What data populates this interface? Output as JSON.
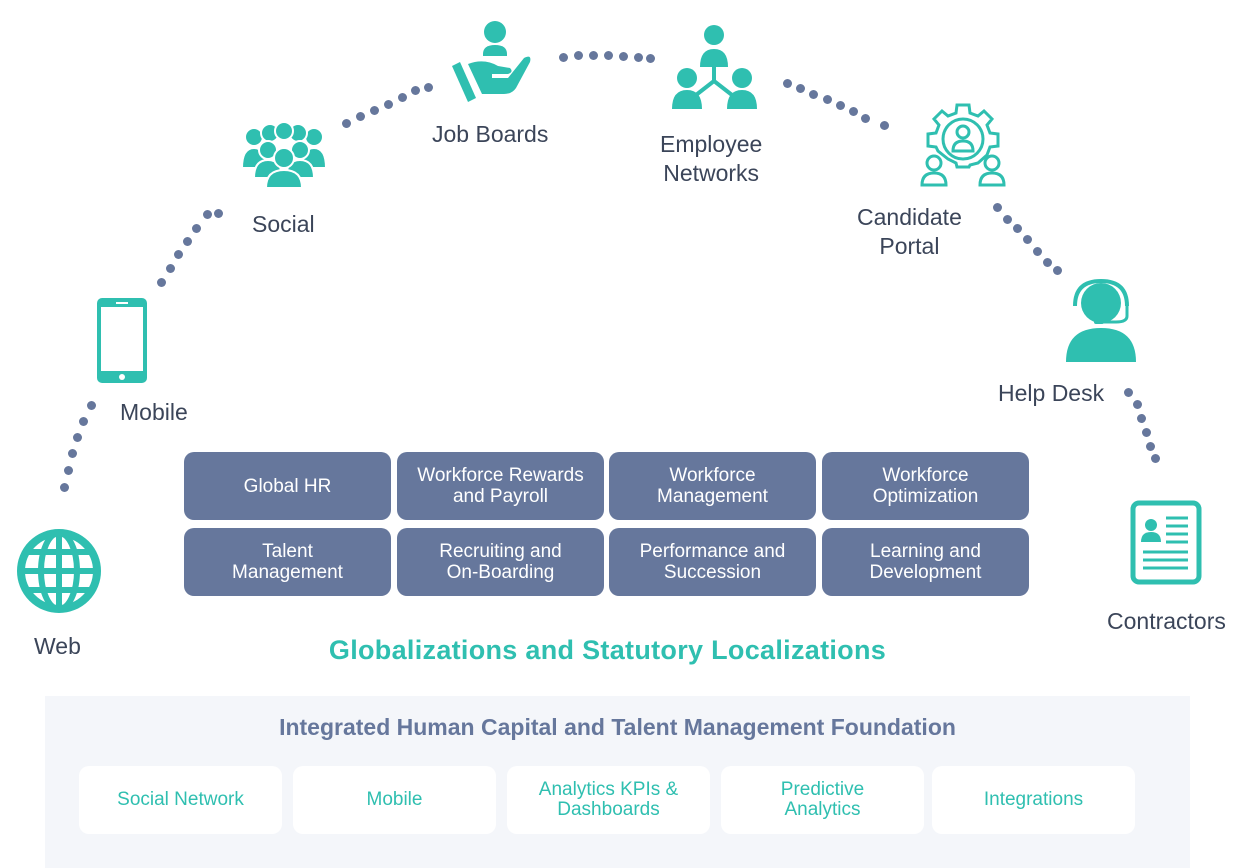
{
  "colors": {
    "teal": "#2fbfb0",
    "slate": "#66779c",
    "text": "#3b4559",
    "foundation_bg": "#f4f6fa"
  },
  "channels": [
    {
      "label": "Web",
      "icon": "globe-icon"
    },
    {
      "label": "Mobile",
      "icon": "smartphone-icon"
    },
    {
      "label": "Social",
      "icon": "people-group-icon"
    },
    {
      "label": "Job Boards",
      "icon": "hand-holding-person-icon"
    },
    {
      "label_line1": "Employee",
      "label_line2": "Networks",
      "icon": "network-people-icon"
    },
    {
      "label_line1": "Candidate",
      "label_line2": "Portal",
      "icon": "gear-person-icon"
    },
    {
      "label": "Help Desk",
      "icon": "headset-agent-icon"
    },
    {
      "label": "Contractors",
      "icon": "resume-document-icon"
    }
  ],
  "modules": [
    {
      "line1": "Global HR",
      "line2": ""
    },
    {
      "line1": "Workforce Rewards",
      "line2": "and Payroll"
    },
    {
      "line1": "Workforce",
      "line2": "Management"
    },
    {
      "line1": "Workforce",
      "line2": "Optimization"
    },
    {
      "line1": "Talent",
      "line2": "Management"
    },
    {
      "line1": "Recruiting and",
      "line2": "On-Boarding"
    },
    {
      "line1": "Performance and",
      "line2": "Succession"
    },
    {
      "line1": "Learning and",
      "line2": "Development"
    }
  ],
  "globalization_title": "Globalizations and Statutory Localizations",
  "foundation": {
    "title": "Integrated Human Capital and Talent Management Foundation",
    "items": [
      {
        "line1": "Social Network",
        "line2": ""
      },
      {
        "line1": "Mobile",
        "line2": ""
      },
      {
        "line1": "Analytics KPIs &",
        "line2": "Dashboards"
      },
      {
        "line1": "Predictive",
        "line2": "Analytics"
      },
      {
        "line1": "Integrations",
        "line2": ""
      }
    ]
  }
}
